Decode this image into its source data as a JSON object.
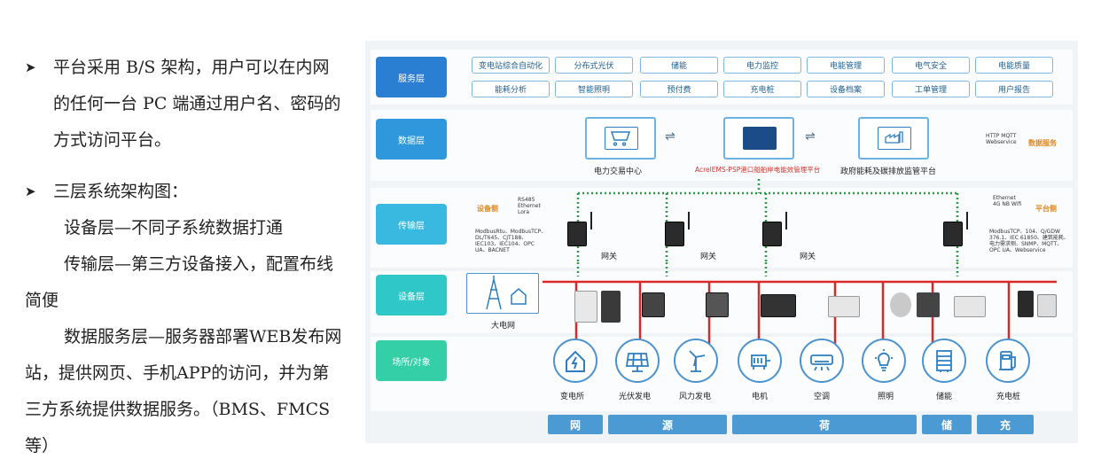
{
  "left": {
    "bullet1": "平台采用 B/S 架构，用户可以在内网的任何一台 PC 端通过用户名、密码的方式访问平台。",
    "bullet2_head": "三层系统架构图：",
    "para1": "设备层—不同子系统数据打通",
    "para2": "传输层—第三方设备接入，配置布线简便",
    "para3": "数据服务层—服务器部署WEB发布网站，提供网页、手机APP的访问，并为第三方系统提供数据服务。（BMS、FMCS等）"
  },
  "layers": {
    "service": "服务层",
    "data": "数据层",
    "transport": "传输层",
    "device": "设备层",
    "site": "场所/对象"
  },
  "services_row1": [
    "变电站综合自动化",
    "分布式光伏",
    "储能",
    "电力监控",
    "电能管理",
    "电气安全",
    "电能质量"
  ],
  "services_row2": [
    "能耗分析",
    "智能照明",
    "预付费",
    "充电桩",
    "设备档案",
    "工单管理",
    "用户报告"
  ],
  "data_layer": {
    "left_caption": "电力交易中心",
    "center_caption": "AcrelEMS-PSP港口船舶岸电能效管理平台",
    "right_caption": "政府能耗及碳排放监管平台",
    "protocols": "HTTP MQTT Webservice",
    "service_label": "数据服务"
  },
  "transport_layer": {
    "device_side_label": "设备侧",
    "left_protocols_top": "RS485 Ethernet Lora",
    "left_protocols_bottom": "ModbusRtu、ModbusTCP、DL/T645、CJT188、IEC103、IEC104、OPC UA、BACNET",
    "platform_side_label": "平台侧",
    "right_protocols_top": "Ethernet 4G NB Wifi",
    "right_protocols_bottom": "ModbusTCP、104、Q/GDW 376.1、IEC 61850、建筑能耗、电力需求侧、SNMP、MQTT、OPC UA、Webservice",
    "gateway_label": "网关"
  },
  "device_layer": {
    "grid_label": "大电网"
  },
  "site_objects": [
    "变电所",
    "光伏发电",
    "风力发电",
    "电机",
    "空调",
    "照明",
    "储能",
    "充电桩"
  ],
  "bottom_bars": [
    "网",
    "源",
    "荷",
    "储",
    "充"
  ],
  "colors": {
    "service_tag": "#2b7fd3",
    "data_tag": "#2f98dc",
    "transport_tag": "#39b8e0",
    "device_tag": "#2fc7c7",
    "site_tag": "#34cfa6",
    "bus_red": "#d82a2a",
    "dotted_green": "#2f9a45",
    "bar_blue": "#4b9ad3"
  }
}
